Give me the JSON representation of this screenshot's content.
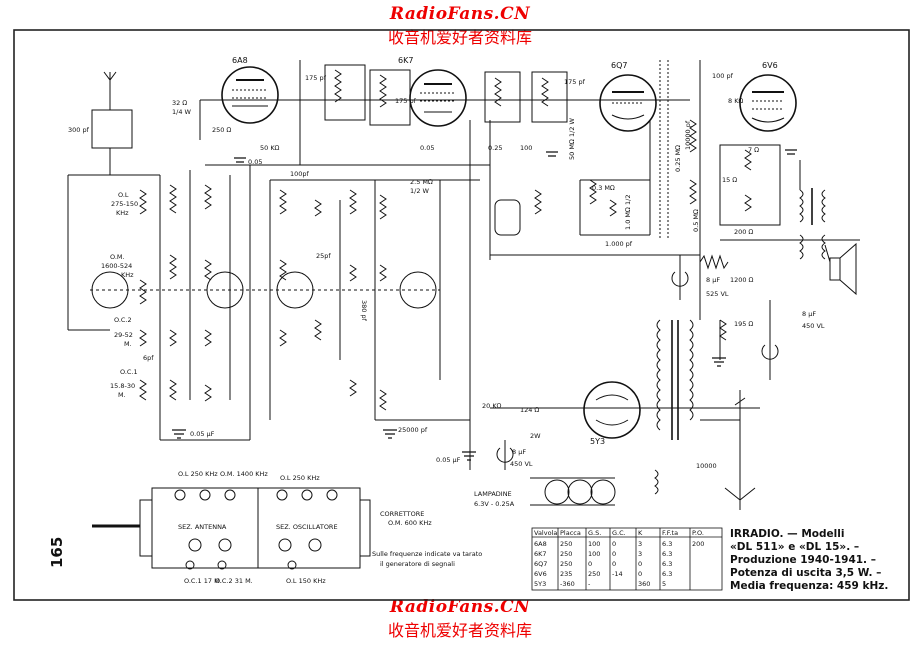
{
  "watermark": {
    "brand": "RadioFans.CN",
    "chinese": "收音机爱好者资料库"
  },
  "page_number": "165",
  "tubes": [
    "6A8",
    "6K7",
    "6Q7",
    "6V6",
    "5Y3"
  ],
  "component_labels": {
    "c_300pf": "300 pf",
    "ol": "O.L",
    "ol_range": "275-150",
    "ol_unit": "KHz",
    "om": "O.M.",
    "om_range": "1600-524",
    "om_unit": "KHz",
    "oc2": "O.C.2",
    "oc2_range": "29-52",
    "oc2_unit": "M.",
    "oc1": "O.C.1",
    "oc1_range": "15.8-30",
    "oc1_unit": "M.",
    "c_6pf": "6pf",
    "c_005uf_a": "0.05 μF",
    "r_32": "32 Ω",
    "r_32w": "1/4 W",
    "r_250": "250 Ω",
    "r_50k": "50 KΩ",
    "c_005": "0.05",
    "c_100pf_a": "100pf",
    "c_175_a": "175 pf",
    "c_175_b": "175 pf",
    "c_005_b": "0.05",
    "c_025": "0.25",
    "c_100": "100",
    "c_175_c": "175 pf",
    "r_50m": "50 MΩ 1/2 W",
    "r_25m_a": "2.5 MΩ",
    "r_25m_w": "1/2 W",
    "c_25pf": "25pf",
    "c_380": "380 pf",
    "c_25000": "25000 pf",
    "c_005uf_b": "0.05 μF",
    "r_03m": "0.3 MΩ",
    "r_10m": "1.0 MΩ 1/2",
    "c_1000pf": "1.000 pf",
    "c_10000pf": "10000 pf",
    "r_05m": "0.5 MΩ",
    "r_025m": "0.25 MΩ",
    "c_100pf_b": "100 pf",
    "r_8k": "8 KΩ",
    "r_7": "7 Ω",
    "r_15": "15 Ω",
    "r_200": "200 Ω",
    "r_1200": "1200 Ω",
    "c_8uf_a": "8 μF",
    "v_525": "525 VL",
    "c_8uf_b": "8 μF",
    "v_450_a": "450 VL",
    "r_195": "195 Ω",
    "r_20k": "20 KΩ",
    "r_124": "124 Ω",
    "w_2": "2W",
    "c_8uf_c": "8 μF",
    "v_450_b": "450 VL",
    "c_10000_b": "10000",
    "lampadine": "LAMPADINE",
    "lampadine_spec": "6.3V - 0.25A"
  },
  "switch_panel": {
    "top_labels": [
      "O.L 250 KHz",
      "O.M. 1400 KHz",
      "O.L 250 KHz"
    ],
    "sec_antenna": "SEZ. ANTENNA",
    "sec_oscillatore": "SEZ. OSCILLATORE",
    "bottom_labels": [
      "O.C.1 17 M.",
      "O.C.2 31 M.",
      "O.L 150 KHz"
    ],
    "correttore": "CORRETTORE",
    "correttore_freq": "O.M. 600 KHz",
    "note_line1": "Sulle frequenze indicate va tarato",
    "note_line2": "il generatore di segnali"
  },
  "voltage_table": {
    "headers": [
      "Valvola",
      "Placca",
      "G.S.",
      "G.C.",
      "K",
      "F.F.ta",
      "P.O."
    ],
    "rows": [
      [
        "6A8",
        "250",
        "100",
        "0",
        "3",
        "6.3",
        "200"
      ],
      [
        "6K7",
        "250",
        "100",
        "0",
        "3",
        "6.3",
        ""
      ],
      [
        "6Q7",
        "250",
        "0",
        "0",
        "0",
        "6.3",
        ""
      ],
      [
        "6V6",
        "235",
        "250",
        "-14",
        "0",
        "6.3",
        ""
      ],
      [
        "5Y3",
        "-360",
        "-",
        "",
        "360",
        "5",
        ""
      ]
    ]
  },
  "info": {
    "line1": "IRRADIO. — Modelli",
    "line2": "«DL 511» e «DL 15». –",
    "line3": "Produzione 1940-1941. –",
    "line4": "Potenza di uscita 3,5 W. –",
    "line5": "Media frequenza: 459 kHz."
  }
}
